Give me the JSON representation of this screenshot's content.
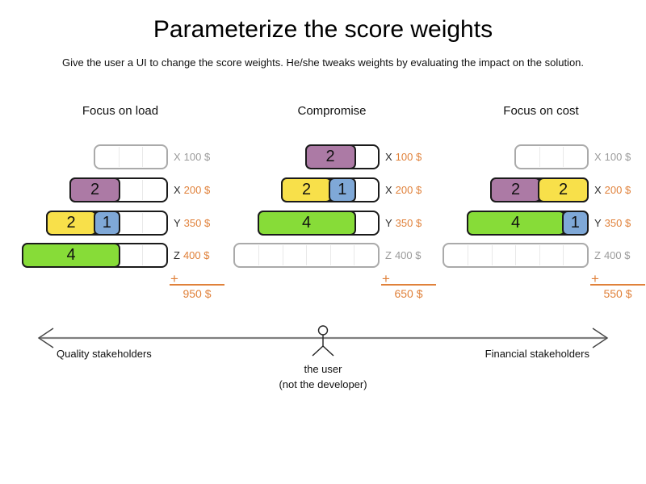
{
  "title": "Parameterize the score weights",
  "subtitle": "Give the user a UI to change the score weights. He/she tweaks weights by evaluating the impact on the solution.",
  "plus_sign": "+",
  "colors": {
    "purple": "#ac7aa5",
    "yellow": "#f8e04a",
    "blue": "#7fa8d7",
    "green": "#87dc38",
    "orange": "#e0813a",
    "grey": "#9b9b9b",
    "empty_border": "#aaaaaa",
    "block_border": "#1a1a1a",
    "tick": "#e9e9e9",
    "axis_line": "#7f7f7f"
  },
  "icons": {
    "user_figure": "stick-figure-actor",
    "axis_arrows": "double-headed-arrow"
  },
  "scenarios": [
    {
      "name": "Focus on load",
      "total": "950 $",
      "rows": [
        {
          "label_letter": "X",
          "label_value": "100 $",
          "units": 3,
          "active": false,
          "blocks": []
        },
        {
          "label_letter": "X",
          "label_value": "200 $",
          "units": 4,
          "active": true,
          "blocks": [
            {
              "value": 2,
              "color": "purple"
            }
          ]
        },
        {
          "label_letter": "Y",
          "label_value": "350 $",
          "units": 5,
          "active": true,
          "blocks": [
            {
              "value": 2,
              "color": "yellow"
            },
            {
              "value": 1,
              "color": "blue"
            }
          ]
        },
        {
          "label_letter": "Z",
          "label_value": "400 $",
          "units": 6,
          "active": true,
          "blocks": [
            {
              "value": 4,
              "color": "green"
            }
          ]
        }
      ]
    },
    {
      "name": "Compromise",
      "total": "650 $",
      "rows": [
        {
          "label_letter": "X",
          "label_value": "100 $",
          "units": 3,
          "active": true,
          "blocks": [
            {
              "value": 2,
              "color": "purple"
            }
          ]
        },
        {
          "label_letter": "X",
          "label_value": "200 $",
          "units": 4,
          "active": true,
          "blocks": [
            {
              "value": 2,
              "color": "yellow"
            },
            {
              "value": 1,
              "color": "blue"
            }
          ]
        },
        {
          "label_letter": "Y",
          "label_value": "350 $",
          "units": 5,
          "active": true,
          "blocks": [
            {
              "value": 4,
              "color": "green"
            }
          ]
        },
        {
          "label_letter": "Z",
          "label_value": "400 $",
          "units": 6,
          "active": false,
          "blocks": []
        }
      ]
    },
    {
      "name": "Focus on cost",
      "total": "550 $",
      "rows": [
        {
          "label_letter": "X",
          "label_value": "100 $",
          "units": 3,
          "active": false,
          "blocks": []
        },
        {
          "label_letter": "X",
          "label_value": "200 $",
          "units": 4,
          "active": true,
          "blocks": [
            {
              "value": 2,
              "color": "purple"
            },
            {
              "value": 2,
              "color": "yellow"
            }
          ]
        },
        {
          "label_letter": "Y",
          "label_value": "350 $",
          "units": 5,
          "active": true,
          "blocks": [
            {
              "value": 4,
              "color": "green"
            },
            {
              "value": 1,
              "color": "blue"
            }
          ]
        },
        {
          "label_letter": "Z",
          "label_value": "400 $",
          "units": 6,
          "active": false,
          "blocks": []
        }
      ]
    }
  ],
  "axis": {
    "left_label": "Quality stakeholders",
    "right_label": "Financial stakeholders",
    "user_label": "the user",
    "user_sublabel": "(not the developer)"
  }
}
